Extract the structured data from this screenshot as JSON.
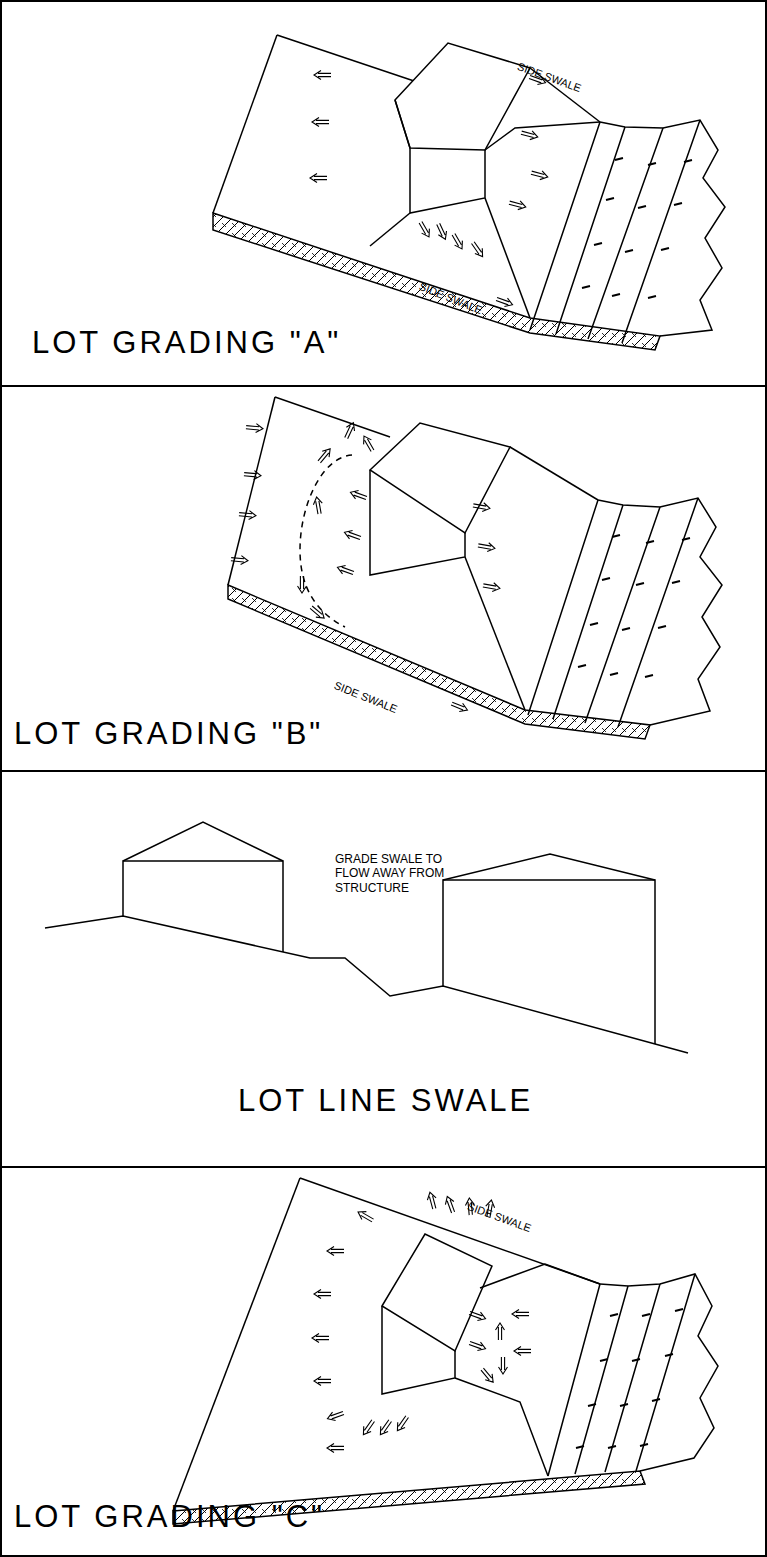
{
  "diagram": {
    "nodes": [
      {
        "text": [
          "SIDE SWALE",
          "SIDE SWALE",
          "LOT GRADING \"A\""
        ]
      },
      {
        "text": [
          "SIDE SWALE",
          "LOT GRADING \"B\""
        ]
      },
      {
        "text": [
          "GRADE SWALE TO FLOW AWAY FROM STRUCTURE",
          "LOT LINE SWALE"
        ]
      },
      {
        "text": [
          "SIDE SWALE",
          "LOT GRADING \"C\""
        ]
      }
    ]
  }
}
